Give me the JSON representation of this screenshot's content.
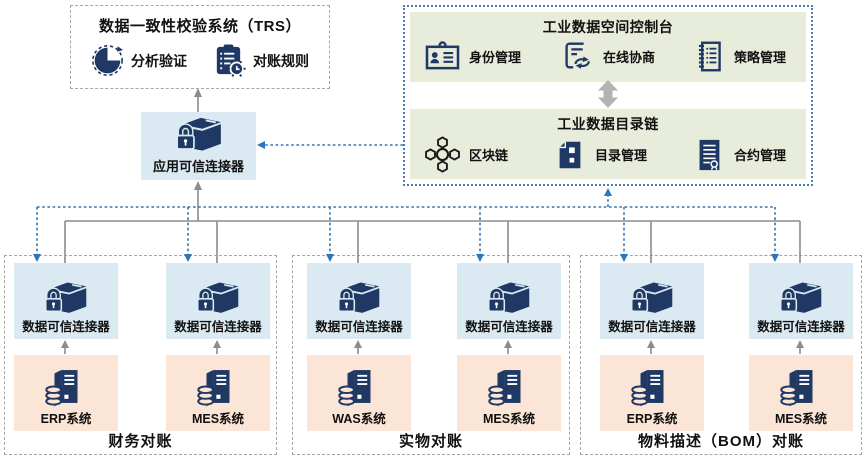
{
  "colors": {
    "navy_icon": "#1f3864",
    "black_icon": "#1a1a1a",
    "connector_bg": "#dbeaf2",
    "system_bg": "#fbe5d6",
    "panel_bg": "#e8ecdb",
    "line_gray": "#8c8c8c",
    "line_blue": "#2e75b6",
    "border_gray": "#a6a6a6",
    "border_blue": "#4a7cb5"
  },
  "trs_system": {
    "title": "数据一致性校验系统（TRS）",
    "items": [
      {
        "label": "分析验证",
        "icon": "pie-analysis-icon"
      },
      {
        "label": "对账规则",
        "icon": "reconciliation-rules-icon"
      }
    ]
  },
  "ids_console": {
    "title": "工业数据空间控制台",
    "items": [
      {
        "label": "身份管理",
        "icon": "id-card-icon"
      },
      {
        "label": "在线协商",
        "icon": "online-negotiation-icon"
      },
      {
        "label": "策略管理",
        "icon": "policy-notebook-icon"
      }
    ]
  },
  "catalog_chain": {
    "title": "工业数据目录链",
    "items": [
      {
        "label": "区块链",
        "icon": "blockchain-icon"
      },
      {
        "label": "目录管理",
        "icon": "catalog-icon"
      },
      {
        "label": "合约管理",
        "icon": "contract-icon"
      }
    ]
  },
  "app_connector": {
    "label": "应用可信连接器",
    "icon": "package-lock-icon"
  },
  "groups": [
    {
      "label": "财务对账",
      "columns": [
        {
          "connector": "数据可信连接器",
          "system": "ERP系统"
        },
        {
          "connector": "数据可信连接器",
          "system": "MES系统"
        }
      ]
    },
    {
      "label": "实物对账",
      "columns": [
        {
          "connector": "数据可信连接器",
          "system": "WAS系统"
        },
        {
          "connector": "数据可信连接器",
          "system": "MES系统"
        }
      ]
    },
    {
      "label": "物料描述（BOM）对账",
      "columns": [
        {
          "connector": "数据可信连接器",
          "system": "ERP系统"
        },
        {
          "connector": "数据可信连接器",
          "system": "MES系统"
        }
      ]
    }
  ]
}
